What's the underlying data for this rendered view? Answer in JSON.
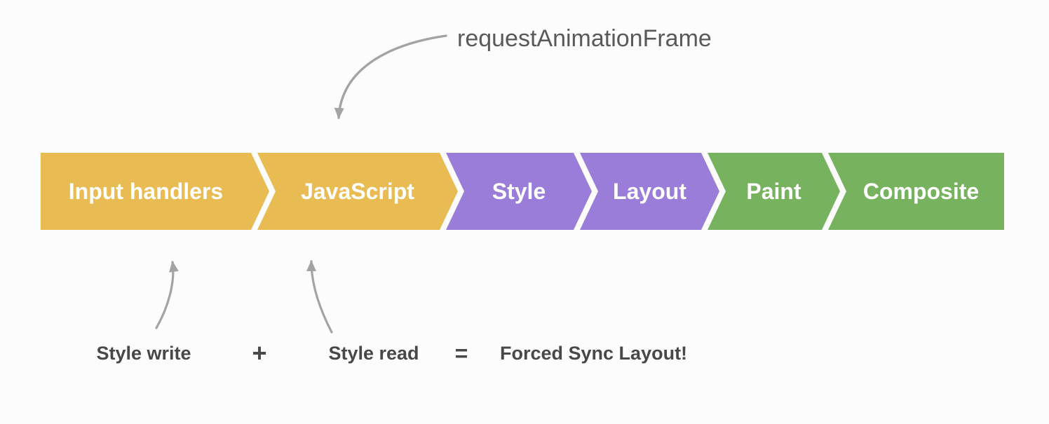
{
  "colors": {
    "background": "#FCFCFC",
    "arrow": "#A3A3A3",
    "segment_label": "#FFFFFF",
    "raf_text": "#58595B",
    "annotation_text": "#48484B",
    "yellow": "#E9BC53",
    "purple": "#9A7CD9",
    "green": "#77B35F"
  },
  "pipeline": {
    "segments": [
      {
        "label": "Input handlers",
        "color": "#E9BC53"
      },
      {
        "label": "JavaScript",
        "color": "#E9BC53"
      },
      {
        "label": "Style",
        "color": "#9A7CD9"
      },
      {
        "label": "Layout",
        "color": "#9A7CD9"
      },
      {
        "label": "Paint",
        "color": "#77B35F"
      },
      {
        "label": "Composite",
        "color": "#77B35F"
      }
    ]
  },
  "annotations": {
    "raf": "requestAnimationFrame",
    "style_write": "Style write",
    "plus": "+",
    "style_read": "Style read",
    "equals": "=",
    "result": "Forced Sync Layout!"
  }
}
